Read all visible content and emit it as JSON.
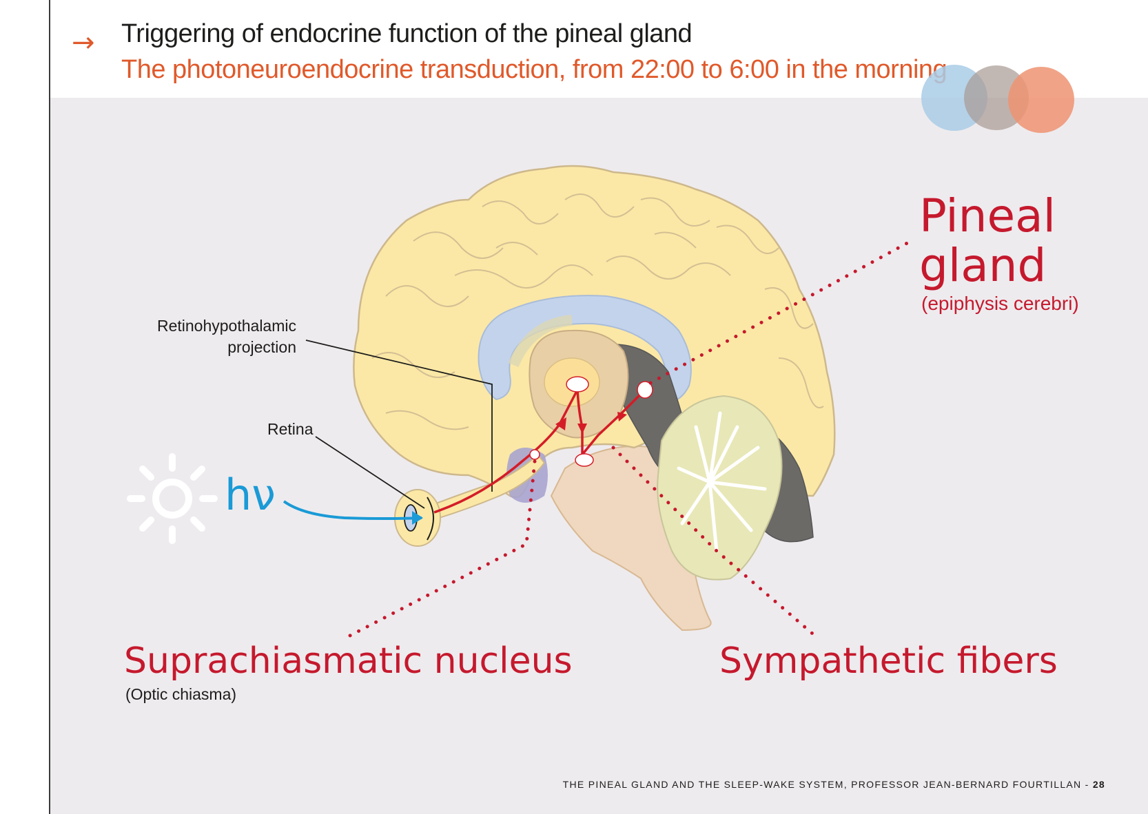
{
  "header": {
    "arrow": "→",
    "title": "Triggering of endocrine function of the pineal gland",
    "subtitle": "The photoneuroendocrine transduction, from 22:00 to 6:00 in the morning"
  },
  "labels": {
    "retinohypothalamic_line1": "Retinohypothalamic",
    "retinohypothalamic_line2": "projection",
    "retina": "Retina",
    "light_symbol": "hν",
    "pineal_line1": "Pineal",
    "pineal_line2": "gland",
    "pineal_sub": "(epiphysis cerebri)",
    "suprachiasmatic": "Suprachiasmatic nucleus",
    "suprachiasmatic_sub": "(Optic chiasma)",
    "sympathetic": "Sympathetic fibers"
  },
  "footer": {
    "text": "THE PINEAL GLAND AND THE SLEEP-WAKE SYSTEM, PROFESSOR JEAN-BERNARD FOURTILLAN - ",
    "page": "28"
  },
  "colors": {
    "accent_orange": "#e0592a",
    "label_red": "#c5192d",
    "light_blue": "#1a9ad6",
    "panel_bg": "#eeebee",
    "brain_yellow": "#fbe8a6",
    "ventricle_blue": "#c3d3ec",
    "cerebellum_green": "#e8e7b7"
  },
  "icons": [
    "arrow-right-icon",
    "sun-icon",
    "eye-icon",
    "brand-circles-icon"
  ]
}
